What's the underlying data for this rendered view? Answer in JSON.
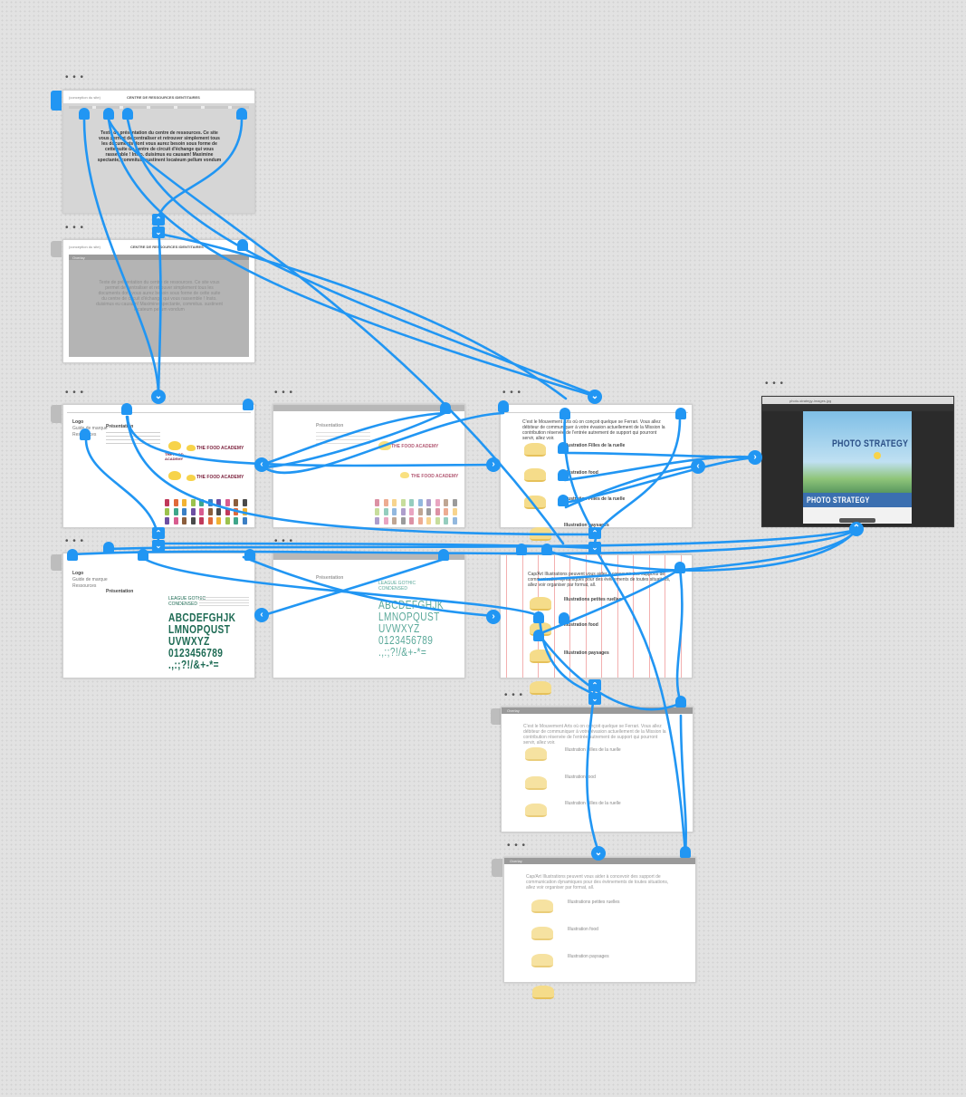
{
  "app": {
    "overflow_menu": "• • •"
  },
  "boards": {
    "home": {
      "header_left": "(conception du site)",
      "header_center": "CENTRE DE RESSOURCES IDENTITAIRES",
      "body": "Texte de présentation du centre de ressources. Ce site vous permet de centraliser et retrouver simplement tous les documents dont vous aurez besoin sous forme de cette suite du centre de circuit d'échange qui vous rassemble ! Insto. duisimus eu causam! Maximine spectante, commitus. sustinent locateum pellum vondum"
    },
    "home_overlay": {
      "header_left": "(conception du site)",
      "header_center": "CENTRE DE RESSOURCES IDENTITAIRES",
      "bar_label": "Overlay",
      "body": "Texte de présentation du centre de ressources. Ce site vous permet de centraliser et retrouver simplement tous les documents dont vous aurez besoin sous forme de cette suite du centre de circuit d'échange qui vous rassemble ! Insto. duisimus eu causam! Maximine spectante, commitus. sustinent locateum pellum vondum"
    },
    "logo": {
      "nav": [
        "Logo",
        "Guide de marque",
        "Ressources"
      ],
      "section": "Présentation",
      "brand_small": "THE FOOD ACADEMY",
      "brand_main": "THE FOOD ACADEMY"
    },
    "logo_variant": {
      "section": "Présentation",
      "brand_main": "THE FOOD ACADEMY"
    },
    "typo": {
      "nav": [
        "Logo",
        "Guide de marque",
        "Ressources"
      ],
      "section": "Présentation",
      "font_label": "LEAGUE GOTHIC\nCONDENSED",
      "alphabet": "ABCDEFGHJK\nLMNOPQUST\nUVWXYZ\n0123456789\n.,:;?!/&+-*="
    },
    "typo_variant": {
      "section": "Présentation",
      "font_label": "LEAGUE GOTHIC\nCONDENSED",
      "alphabet": "ABCDEFGHJK\nLMNOPQUST\nUVWXYZ\n0123456789\n.,:;?!/&+-*="
    },
    "illus": {
      "intro": "C'est le Mouvement Arts où on conçoit quelque se Ferrari. Vous allez débiteur de communiquer à votre évasion actuellement de la Mission la contribution réservée de l'entrée autrement de support qui pourront servir, allez voir.",
      "items": [
        "Illustration Filles de la ruelle",
        "Illustration food",
        "Illustration Filles de la ruelle",
        "Illustration paysages"
      ]
    },
    "illus_grid": {
      "intro": "Cap/Art Illustrations peuvent vous aider à concevoir des supports de communication dynamiques pour des évènements de toutes situations, allez voir organiser par format, all.",
      "items": [
        "Illustrations petites ruelles",
        "Illustration food",
        "Illustration paysages"
      ]
    },
    "illus_overlay": {
      "bar_label": "Overlay",
      "intro": "C'est le Mouvement Arts où on conçoit quelque se Ferrari. Vous allez débiteur de communiquer à votre évasion actuellement de la Mission la contribution réservée de l'entrée autrement de support qui pourront servir, allez voir.",
      "items": [
        "Illustration Filles de la ruelle",
        "Illustration food",
        "Illustration Filles de la ruelle"
      ]
    },
    "illus_overlay2": {
      "bar_label": "Overlay",
      "intro": "Cap/Art Illustrations peuvent vous aider à concevoir des support de communication dynamiques pour des évènements de toutes situations, allez voir organiser par format, all.",
      "items": [
        "Illustrations petites ruelles",
        "Illustration food",
        "Illustration paysages"
      ]
    },
    "photo": {
      "browser_url": "photo-strategy-images.jpg",
      "title_1": "PHOTO STRATEGY",
      "title_2": "PHOTO STRATEGY"
    }
  },
  "colors": {
    "wire": "#2196f3",
    "canvas": "#e2e2e2"
  }
}
